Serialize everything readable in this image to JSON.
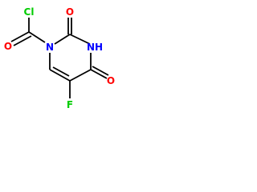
{
  "molecule": {
    "atoms": {
      "chlorine": {
        "symbol": "Cl",
        "color": "#00cc00"
      },
      "acyl_oxygen": {
        "symbol": "O",
        "color": "#ff0000"
      },
      "ring_nitrogen_1": {
        "symbol": "N",
        "color": "#0000ff"
      },
      "c2_oxygen": {
        "symbol": "O",
        "color": "#ff0000"
      },
      "ring_nitrogen_3": {
        "symbol": "N",
        "color": "#0000ff"
      },
      "ring_nitrogen_3_hydrogen": {
        "symbol": "H",
        "color": "#0000ff"
      },
      "c4_oxygen": {
        "symbol": "O",
        "color": "#ff0000"
      },
      "fluorine": {
        "symbol": "F",
        "color": "#00cc00"
      }
    },
    "bond_color": "#000000"
  }
}
